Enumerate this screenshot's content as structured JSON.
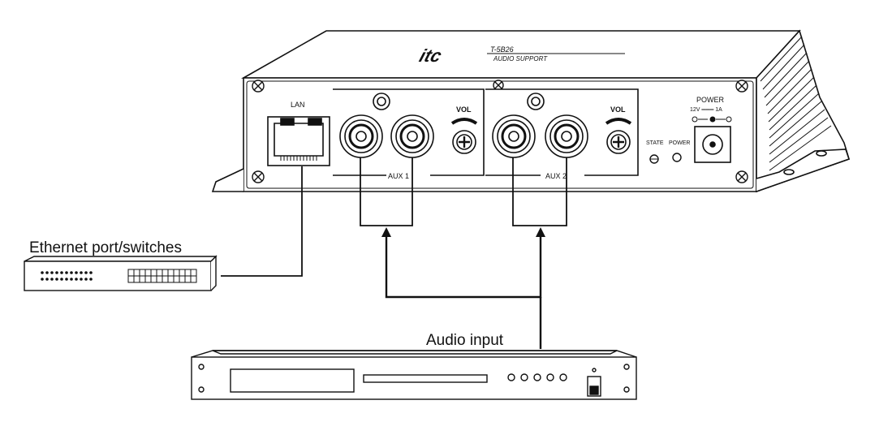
{
  "device": {
    "brand_logo": "itc",
    "model_text": "T-5B26",
    "subtitle_text": "AUDIO SUPPORT",
    "lan_label": "LAN",
    "aux1_label": "AUX 1",
    "aux2_label": "AUX 2",
    "vol1_label": "VOL",
    "vol2_label": "VOL",
    "power_label": "POWER",
    "power_rating": "12V ═══ 1A",
    "state_label": "STATE",
    "power_led_label": "POWER"
  },
  "labels": {
    "ethernet": "Ethernet port/switches",
    "audio_input": "Audio input"
  },
  "colors": {
    "line": "#111111",
    "background": "#ffffff"
  }
}
